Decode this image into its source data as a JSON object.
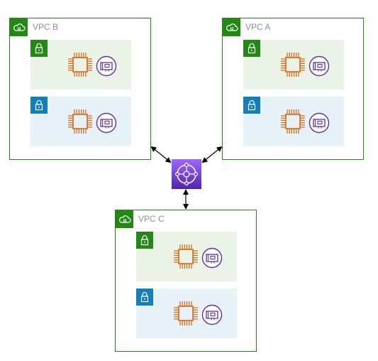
{
  "vpcs": [
    {
      "id": "b",
      "label": "VPC B"
    },
    {
      "id": "a",
      "label": "VPC A"
    },
    {
      "id": "c",
      "label": "VPC C"
    }
  ],
  "icons": {
    "vpc": "cloud-lock-icon",
    "public_subnet": "lock-icon",
    "private_subnet": "lock-icon",
    "instance": "ec2-chip-icon",
    "interface": "network-interface-icon",
    "hub": "transit-gateway-icon"
  },
  "colors": {
    "vpc_border": "#248814",
    "public_subnet_fill": "#EAF3E6",
    "private_subnet_fill": "#E6F1F8",
    "private_badge": "#147EBA",
    "instance": "#D86613",
    "interface": "#5A30B5",
    "hub_gradient_top": "#A166FF",
    "hub_gradient_bottom": "#4D27A8"
  }
}
